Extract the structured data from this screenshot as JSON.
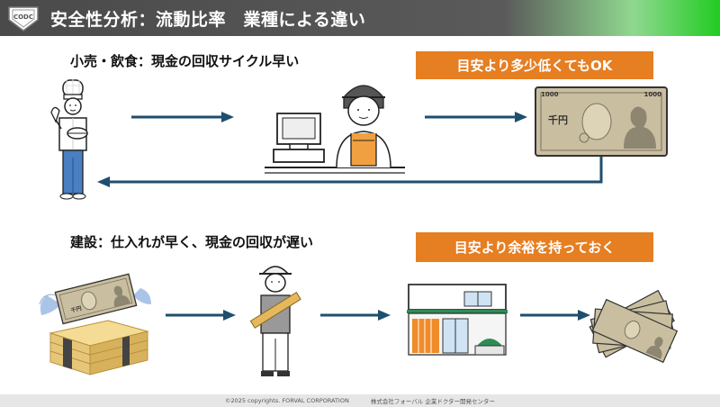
{
  "header": {
    "title": "安全性分析：流動比率　業種による違い",
    "logo_text": "CODC"
  },
  "sections": [
    {
      "label": "小売・飲食：現金の回収サイクル早い",
      "banner": "目安より多少低くてもOK",
      "bill_text": "千円",
      "bill_number": "1000"
    },
    {
      "label": "建設：仕入れが早く、現金の回収が遅い",
      "banner": "目安より余裕を持っておく",
      "bill_text": "千円"
    }
  ],
  "footer": {
    "copyright": "©2025 copyrights. FORVAL CORPORATION",
    "org": "株式会社フォーバル 企業ドクター開発センター"
  },
  "colors": {
    "arrow": "#1f4e6e",
    "banner": "#e67e22",
    "bill": "#c9bea0",
    "wood": "#e6c77a",
    "building_green": "#2e8b57",
    "building_orange": "#f08c2a"
  }
}
